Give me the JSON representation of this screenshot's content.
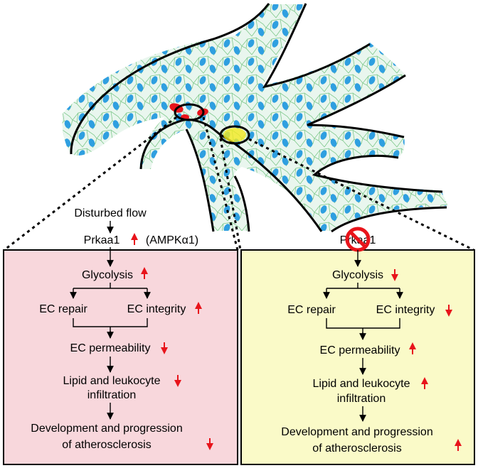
{
  "top": {
    "flow_label": "Disturbed flow",
    "gene_label": "Prkaa1",
    "protein_label": "(AMPKα1)"
  },
  "left_panel": {
    "glycolysis": "Glycolysis",
    "ec_repair": "EC repair",
    "ec_integrity": "EC integrity",
    "ec_permeability": "EC permeability",
    "lipid_line1": "Lipid and leukocyte",
    "lipid_line2": "infiltration",
    "dev_line1": "Development and progression",
    "dev_line2": "of atherosclerosis"
  },
  "right_panel": {
    "gene_label": "Prkaa1",
    "glycolysis": "Glycolysis",
    "ec_repair": "EC repair",
    "ec_integrity": "EC integrity",
    "ec_permeability": "EC permeability",
    "lipid_line1": "Lipid and leukocyte",
    "lipid_line2": "infiltration",
    "dev_line1": "Development and progression",
    "dev_line2": "of atherosclerosis"
  },
  "colors": {
    "left_panel_fill": "#f8d7dc",
    "right_panel_fill": "#fafac8",
    "endothelium_fill": "#7fd3d6",
    "cell_nucleus": "#2f9fe0",
    "cell_border": "#7dc88a",
    "red_marker": "#e8141b",
    "yellow_marker": "#f2ea1e",
    "arrow_up_down": "#e8141b"
  },
  "icons": {
    "increase": "red-up-arrow-icon",
    "decrease": "red-down-arrow-icon",
    "knockout": "prohibition-sign-icon"
  }
}
